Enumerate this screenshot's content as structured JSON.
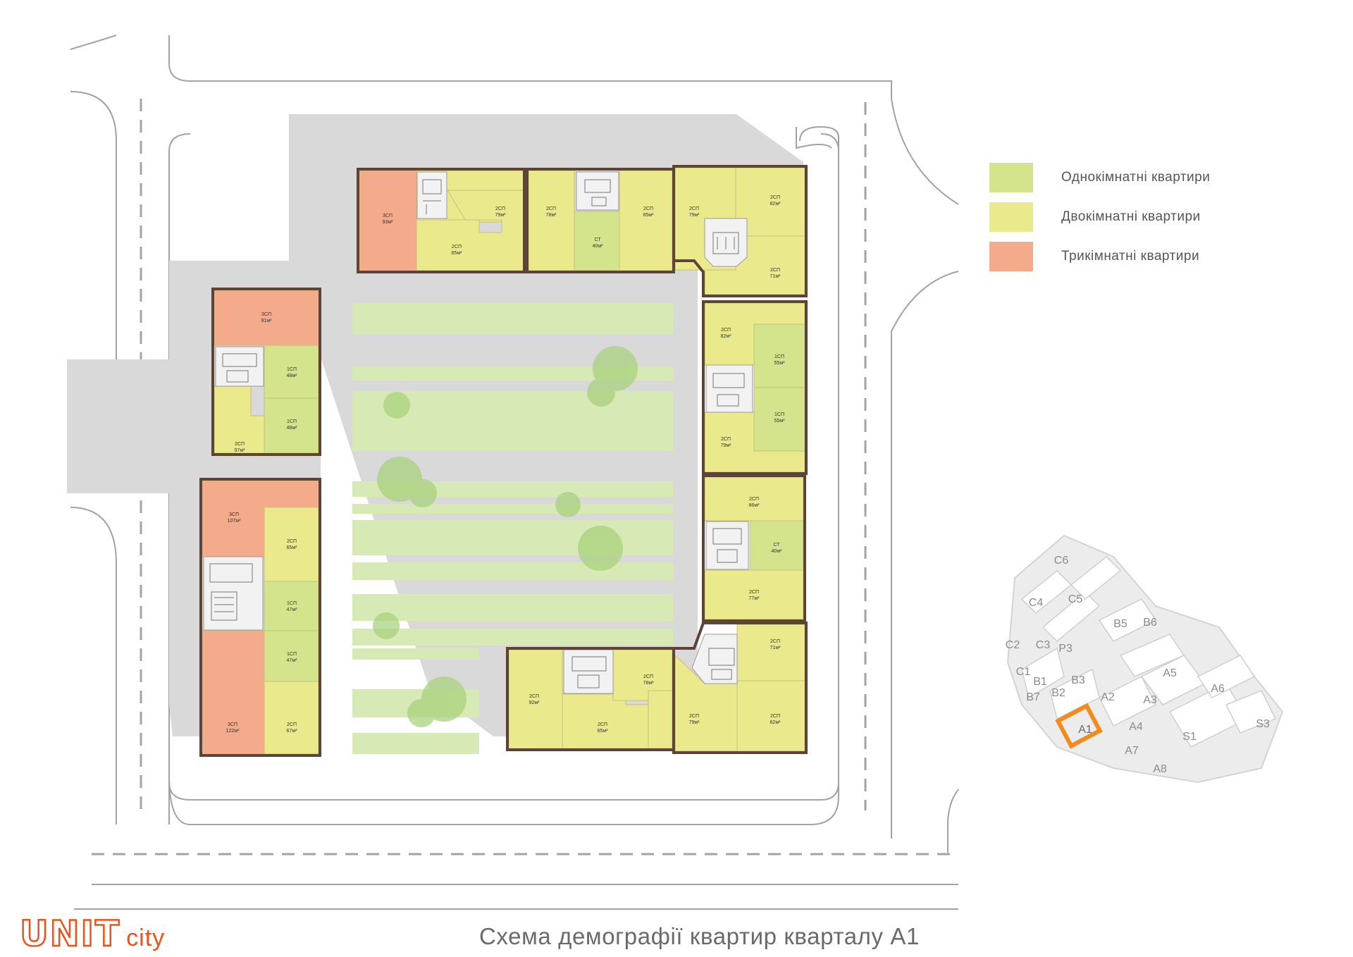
{
  "colors": {
    "one_room": "#d3e48c",
    "two_room": "#eaea8d",
    "three_room": "#f3ab8c",
    "wall": "#5e4436",
    "courtyard_stripe": "#d7e9b5",
    "tree": "#a9d27e",
    "shadow": "#d9d9d9",
    "road_line": "#9a9a9a",
    "brand": "#e6541f",
    "key_highlight": "#f28a1c"
  },
  "legend": [
    {
      "label": "Однокімнатні квартири",
      "color": "#d3e48c"
    },
    {
      "label": "Двокімнатні квартири",
      "color": "#eaea8d"
    },
    {
      "label": "Трикімнатні квартири",
      "color": "#f3ab8c"
    }
  ],
  "caption": "Схема демографії квартир кварталу А1",
  "brand": {
    "unit": "UNIT",
    "city": "city"
  },
  "apartments": [
    {
      "type": "3СП",
      "area": "93м²",
      "kind": "three_room"
    },
    {
      "type": "2СП",
      "area": "79м²",
      "kind": "two_room"
    },
    {
      "type": "2СП",
      "area": "65м²",
      "kind": "two_room"
    },
    {
      "type": "2СП",
      "area": "78м²",
      "kind": "two_room"
    },
    {
      "type": "2СП",
      "area": "85м²",
      "kind": "two_room"
    },
    {
      "type": "СТ",
      "area": "40м²",
      "kind": "one_room"
    },
    {
      "type": "2СП",
      "area": "79м²",
      "kind": "two_room"
    },
    {
      "type": "2СП",
      "area": "82м²",
      "kind": "two_room"
    },
    {
      "type": "2СП",
      "area": "71м²",
      "kind": "two_room"
    },
    {
      "type": "2СП",
      "area": "82м²",
      "kind": "two_room"
    },
    {
      "type": "1СП",
      "area": "55м²",
      "kind": "one_room"
    },
    {
      "type": "1СП",
      "area": "55м²",
      "kind": "one_room"
    },
    {
      "type": "2СП",
      "area": "79м²",
      "kind": "two_room"
    },
    {
      "type": "2СП",
      "area": "86м²",
      "kind": "two_room"
    },
    {
      "type": "СТ",
      "area": "40м²",
      "kind": "one_room"
    },
    {
      "type": "2СП",
      "area": "77м²",
      "kind": "two_room"
    },
    {
      "type": "2СП",
      "area": "71м²",
      "kind": "two_room"
    },
    {
      "type": "2СП",
      "area": "79м²",
      "kind": "two_room"
    },
    {
      "type": "2СП",
      "area": "82м²",
      "kind": "two_room"
    },
    {
      "type": "2СП",
      "area": "92м²",
      "kind": "two_room"
    },
    {
      "type": "2СП",
      "area": "78м²",
      "kind": "two_room"
    },
    {
      "type": "2СП",
      "area": "65м²",
      "kind": "two_room"
    },
    {
      "type": "3СП",
      "area": "91м²",
      "kind": "three_room"
    },
    {
      "type": "1СП",
      "area": "48м²",
      "kind": "one_room"
    },
    {
      "type": "1СП",
      "area": "48м²",
      "kind": "one_room"
    },
    {
      "type": "2СП",
      "area": "97м²",
      "kind": "two_room"
    },
    {
      "type": "3СП",
      "area": "107м²",
      "kind": "three_room"
    },
    {
      "type": "2СП",
      "area": "65м²",
      "kind": "two_room"
    },
    {
      "type": "1СП",
      "area": "47м²",
      "kind": "one_room"
    },
    {
      "type": "1СП",
      "area": "47м²",
      "kind": "one_room"
    },
    {
      "type": "3СП",
      "area": "122м²",
      "kind": "three_room"
    },
    {
      "type": "2СП",
      "area": "67м²",
      "kind": "two_room"
    }
  ],
  "key_map": {
    "labels": [
      "C6",
      "C4",
      "C5",
      "B5",
      "B6",
      "C2",
      "C3",
      "P3",
      "C1",
      "B1",
      "B3",
      "A5",
      "B7",
      "B2",
      "A2",
      "A3",
      "A6",
      "A1",
      "A4",
      "S1",
      "S3",
      "A7",
      "A8"
    ],
    "highlighted": "A1"
  }
}
